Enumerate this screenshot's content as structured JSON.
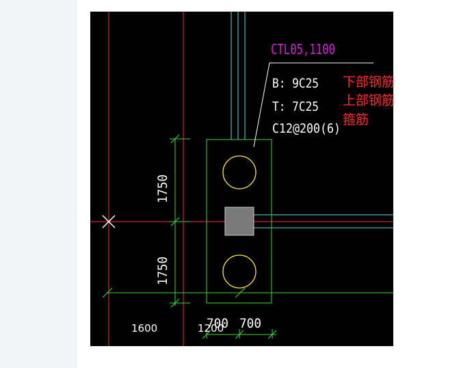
{
  "drawing": {
    "beam_label": "CTL05,1100",
    "bottom_rebar": "B: 9C25",
    "top_rebar": "T: 7C25",
    "stirrup": "C12@200(6)",
    "annotations": {
      "bottom_rebar_cn": "下部钢筋",
      "top_rebar_cn": "上部钢筋",
      "stirrup_cn": "箍筋"
    },
    "dimensions": {
      "vertical_upper": "1750",
      "vertical_lower": "1750",
      "horizontal_left": "700",
      "horizontal_right": "700",
      "bottom_label_1": "1600",
      "bottom_label_2": "1200"
    }
  },
  "colors": {
    "background": "#000000",
    "grid_red": "#ff2a2a",
    "cyan": "#5ad8e6",
    "green": "#3ad83a",
    "yellow": "#ffee22",
    "magenta": "#d020d8",
    "column_gray": "#7a7a7a"
  }
}
